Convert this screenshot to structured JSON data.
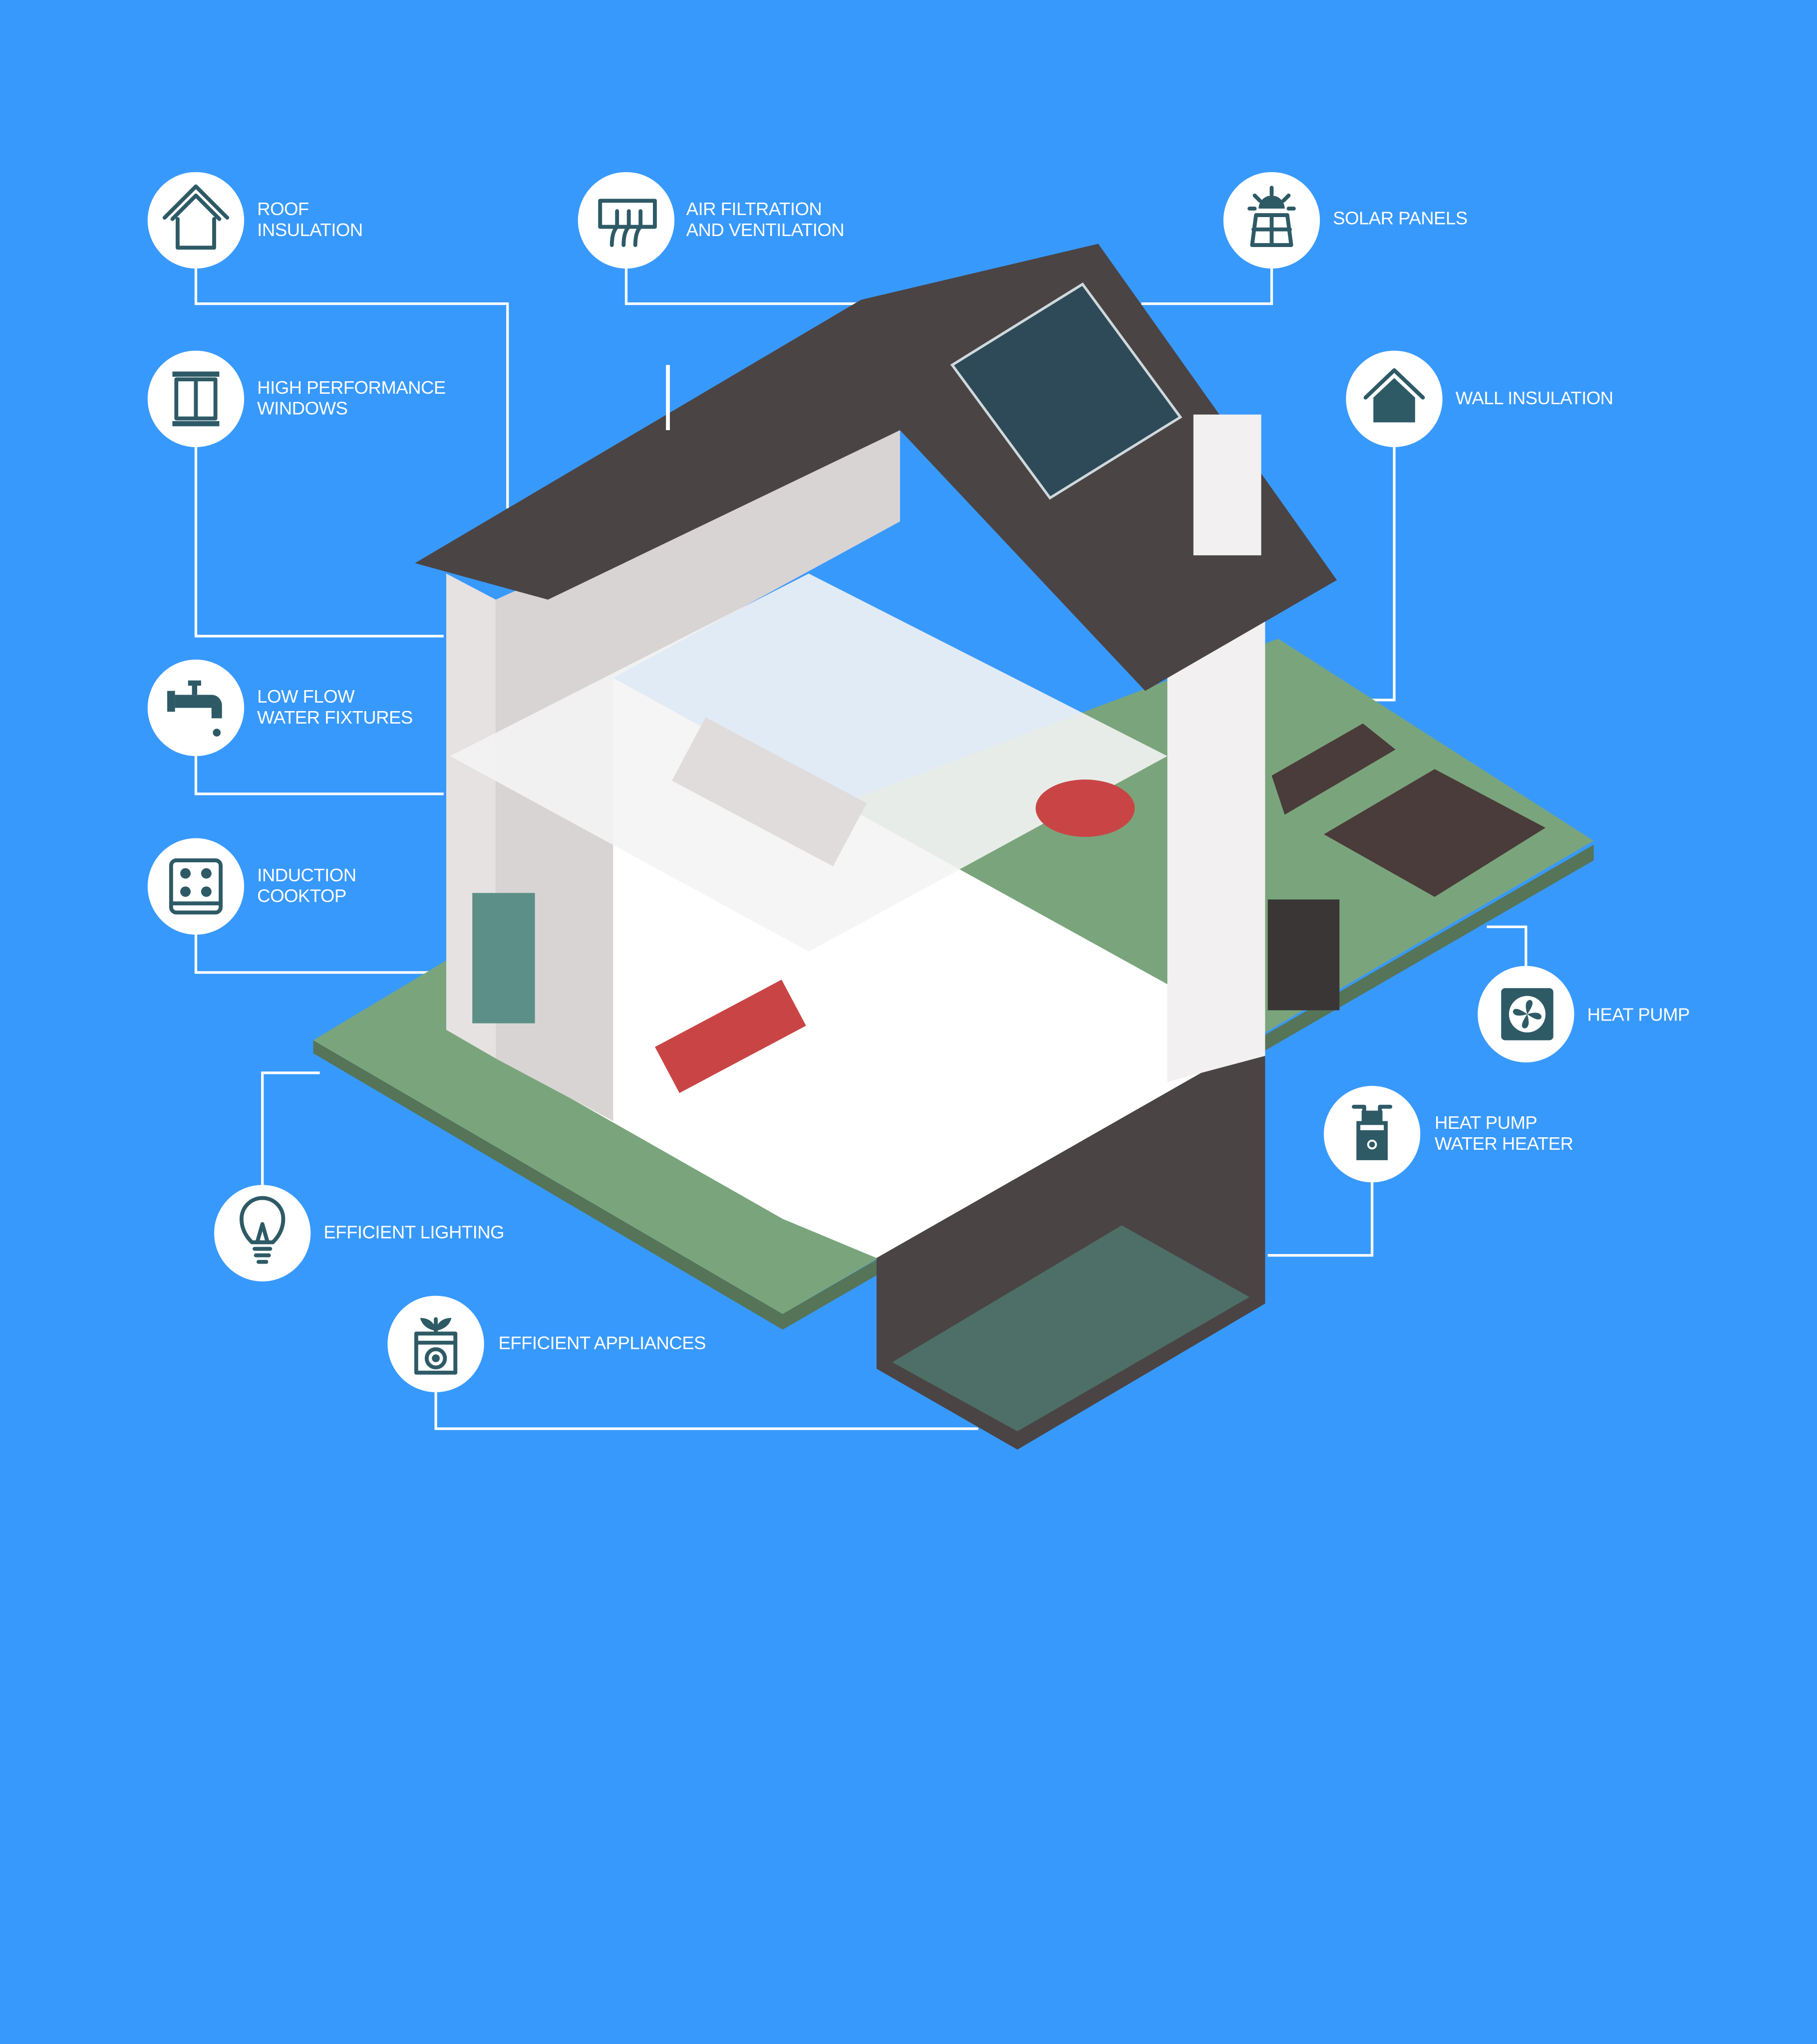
{
  "colors": {
    "background": "#3899fc",
    "icon": "#2e5a66",
    "ground": "#7aa57c",
    "roof": "#4a4444",
    "wall": "#f2f0f0"
  },
  "features": {
    "roof_insulation": {
      "icon": "house-roof-icon",
      "lines": [
        "ROOF",
        "INSULATION"
      ]
    },
    "air_filtration": {
      "icon": "ventilation-icon",
      "lines": [
        "AIR FILTRATION",
        "AND VENTILATION"
      ]
    },
    "solar_panels": {
      "icon": "solar-panel-icon",
      "lines": [
        "SOLAR PANELS"
      ]
    },
    "windows": {
      "icon": "window-icon",
      "lines": [
        "HIGH PERFORMANCE",
        "WINDOWS"
      ]
    },
    "wall_insulation": {
      "icon": "house-wall-icon",
      "lines": [
        "WALL INSULATION"
      ]
    },
    "low_flow": {
      "icon": "faucet-icon",
      "lines": [
        "LOW FLOW",
        "WATER FIXTURES"
      ]
    },
    "cooktop": {
      "icon": "cooktop-icon",
      "lines": [
        "INDUCTION",
        "COOKTOP"
      ]
    },
    "heat_pump": {
      "icon": "fan-icon",
      "lines": [
        "HEAT PUMP"
      ]
    },
    "water_heater": {
      "icon": "water-heater-icon",
      "lines": [
        "HEAT PUMP",
        "WATER HEATER"
      ]
    },
    "lighting": {
      "icon": "light-bulb-icon",
      "lines": [
        "EFFICIENT LIGHTING"
      ]
    },
    "appliances": {
      "icon": "washing-machine-icon",
      "lines": [
        "EFFICIENT APPLIANCES"
      ]
    }
  }
}
